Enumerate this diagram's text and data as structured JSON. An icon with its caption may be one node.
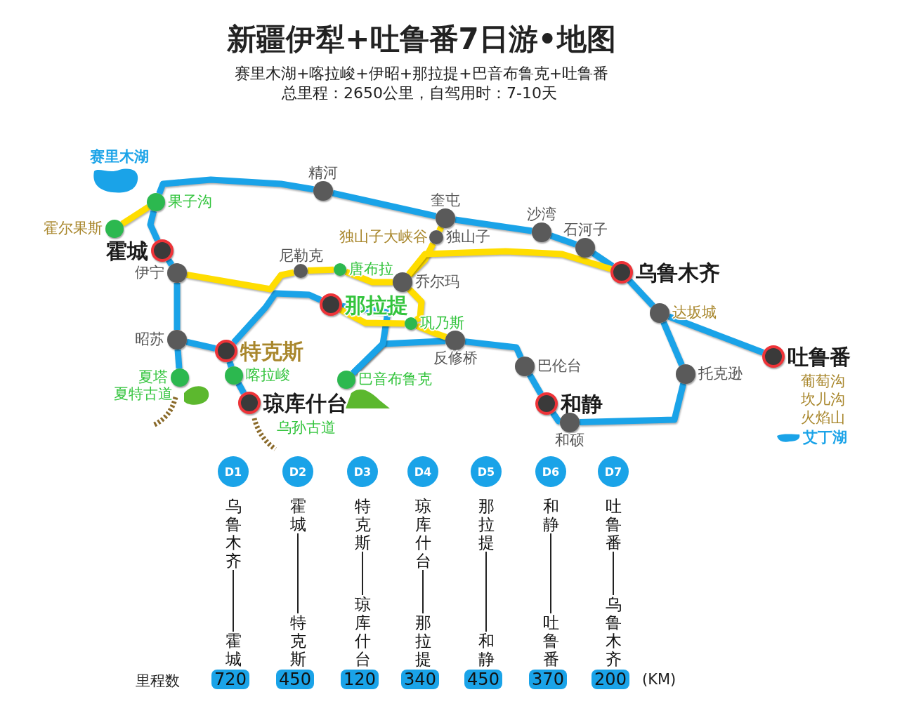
{
  "diagram": {
    "title": "新疆伊犁+吐鲁番7日游•地图",
    "nodes": [
      {
        "text": [
          "赛里木湖"
        ]
      },
      {
        "text": [
          "果子沟"
        ]
      },
      {
        "text": [
          "霍尔果斯"
        ]
      },
      {
        "text": [
          "霍城"
        ]
      },
      {
        "text": [
          "伊宁"
        ]
      },
      {
        "text": [
          "精河"
        ]
      },
      {
        "text": [
          "奎屯"
        ]
      },
      {
        "text": [
          "独山子"
        ],
        "beside": [
          "独山子大峡谷"
        ]
      },
      {
        "text": [
          "沙湾"
        ]
      },
      {
        "text": [
          "石河子"
        ]
      },
      {
        "text": [
          "乌鲁木齐"
        ]
      },
      {
        "text": [
          "尼勒克"
        ]
      },
      {
        "text": [
          "唐布拉"
        ]
      },
      {
        "text": [
          "乔尔玛"
        ]
      },
      {
        "text": [
          "那拉提"
        ]
      },
      {
        "text": [
          "巩乃斯"
        ]
      },
      {
        "text": [
          "反修桥"
        ]
      },
      {
        "text": [
          "巴伦台"
        ]
      },
      {
        "text": [
          "达坂城"
        ]
      },
      {
        "text": [
          "吐鲁番"
        ],
        "beside": [
          "葡萄沟",
          "坎儿沟",
          "火焰山"
        ]
      },
      {
        "text": [
          "托克逊"
        ]
      },
      {
        "text": [
          "和静"
        ]
      },
      {
        "text": [
          "和硕"
        ]
      },
      {
        "text": [
          "艾丁湖"
        ]
      },
      {
        "text": [
          "昭苏"
        ]
      },
      {
        "text": [
          "特克斯"
        ]
      },
      {
        "text": [
          "喀拉峻"
        ]
      },
      {
        "text": [
          "夏塔"
        ],
        "beside": [
          "夏特古道"
        ]
      },
      {
        "text": [
          "琼库什台"
        ],
        "beside": [
          "乌孙古道"
        ]
      },
      {
        "text": [
          "巴音布鲁克"
        ]
      },
      {
        "text": [
          "D1"
        ]
      },
      {
        "text": [
          "D2"
        ]
      },
      {
        "text": [
          "D3"
        ]
      },
      {
        "text": [
          "D4"
        ]
      },
      {
        "text": [
          "D5"
        ]
      },
      {
        "text": [
          "D6"
        ]
      },
      {
        "text": [
          "D7"
        ]
      },
      {
        "text": [
          "乌鲁木齐"
        ]
      },
      {
        "text": [
          "霍城"
        ]
      },
      {
        "text": [
          "特克斯"
        ]
      },
      {
        "text": [
          "琼库什台"
        ]
      },
      {
        "text": [
          "那拉提"
        ]
      },
      {
        "text": [
          "和静"
        ]
      },
      {
        "text": [
          "吐鲁番"
        ]
      },
      {
        "text": [
          "霍城"
        ]
      },
      {
        "text": [
          "特克斯"
        ]
      },
      {
        "text": [
          "琼库什台"
        ]
      },
      {
        "text": [
          "那拉提"
        ]
      },
      {
        "text": [
          "和静"
        ]
      },
      {
        "text": [
          "吐鲁番"
        ]
      },
      {
        "text": [
          "乌鲁木齐"
        ]
      },
      {
        "text": [
          "720"
        ]
      },
      {
        "text": [
          "450"
        ]
      },
      {
        "text": [
          "120"
        ]
      },
      {
        "text": [
          "340"
        ]
      },
      {
        "text": [
          "450"
        ]
      },
      {
        "text": [
          "370"
        ]
      },
      {
        "text": [
          "200"
        ]
      }
    ],
    "edges": [
      {
        "from": 3,
        "to": 1,
        "arrow": "none"
      },
      {
        "from": 1,
        "to": 5,
        "arrow": "none"
      },
      {
        "from": 5,
        "to": 6,
        "arrow": "none"
      },
      {
        "from": 6,
        "to": 8,
        "arrow": "none"
      },
      {
        "from": 8,
        "to": 9,
        "arrow": "none"
      },
      {
        "from": 9,
        "to": 10,
        "arrow": "none"
      },
      {
        "from": 10,
        "to": 18,
        "arrow": "none"
      },
      {
        "from": 18,
        "to": 19,
        "arrow": "none"
      },
      {
        "from": 18,
        "to": 20,
        "arrow": "none"
      },
      {
        "from": 20,
        "to": 22,
        "arrow": "none"
      },
      {
        "from": 22,
        "to": 21,
        "arrow": "none"
      },
      {
        "from": 21,
        "to": 17,
        "arrow": "none"
      },
      {
        "from": 17,
        "to": 16,
        "arrow": "none"
      },
      {
        "from": 16,
        "to": 29,
        "arrow": "none"
      },
      {
        "from": 14,
        "to": 29,
        "arrow": "none"
      },
      {
        "from": 25,
        "to": 14,
        "arrow": "none"
      },
      {
        "from": 3,
        "to": 4,
        "arrow": "none"
      },
      {
        "from": 4,
        "to": 24,
        "arrow": "none"
      },
      {
        "from": 24,
        "to": 27,
        "arrow": "none"
      },
      {
        "from": 24,
        "to": 25,
        "arrow": "none"
      },
      {
        "from": 25,
        "to": 26,
        "arrow": "none"
      },
      {
        "from": 26,
        "to": 28,
        "arrow": "none"
      },
      {
        "from": 2,
        "to": 1,
        "arrow": "none",
        "color": "#ffdd00"
      },
      {
        "from": 4,
        "to": 11,
        "arrow": "none",
        "color": "#ffdd00"
      },
      {
        "from": 11,
        "to": 12,
        "arrow": "none",
        "color": "#ffdd00"
      },
      {
        "from": 12,
        "to": 13,
        "arrow": "none",
        "color": "#ffdd00"
      },
      {
        "from": 13,
        "to": 7,
        "arrow": "none",
        "color": "#ffdd00"
      },
      {
        "from": 7,
        "to": 6,
        "arrow": "none",
        "color": "#ffdd00"
      },
      {
        "from": 13,
        "to": 10,
        "arrow": "none",
        "color": "#ffdd00"
      },
      {
        "from": 13,
        "to": 15,
        "arrow": "none",
        "color": "#ffdd00"
      },
      {
        "from": 14,
        "to": 15,
        "arrow": "none",
        "color": "#ffdd00"
      },
      {
        "from": 15,
        "to": 16,
        "arrow": "none",
        "color": "#ffdd00"
      },
      {
        "from": 37,
        "to": 44,
        "arrow": "none",
        "color": "#222222"
      },
      {
        "from": 38,
        "to": 45,
        "arrow": "none",
        "color": "#222222"
      },
      {
        "from": 39,
        "to": 46,
        "arrow": "none",
        "color": "#222222"
      },
      {
        "from": 40,
        "to": 47,
        "arrow": "none",
        "color": "#222222"
      },
      {
        "from": 41,
        "to": 48,
        "arrow": "none",
        "color": "#222222"
      },
      {
        "from": 42,
        "to": 49,
        "arrow": "none",
        "color": "#222222"
      },
      {
        "from": 43,
        "to": 50,
        "arrow": "none",
        "color": "#222222"
      }
    ],
    "labels": [
      "赛里木湖+喀拉峻+伊昭+那拉提+巴音布鲁克+吐鲁番",
      "总里程：2650公里，自驾用时：7-10天",
      "里程数",
      "(KM)"
    ]
  }
}
